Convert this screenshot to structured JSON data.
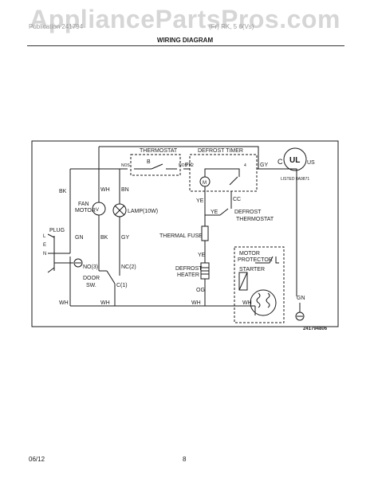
{
  "watermark": "AppliancePartsPros.com",
  "header": {
    "left_faint": "Publication 241794",
    "right_faint": "(Fr) RK, 5 6(Vs)",
    "title": "WIRING DIAGRAM"
  },
  "footer": {
    "date": "06/12",
    "page": "8"
  },
  "diagram": {
    "thermostat": "THERMOSTAT",
    "defrost_timer": "DEFROST TIMER",
    "terminal_b": "B",
    "terminal_nos": "NOS",
    "terminal_nos2": "NOS",
    "terminal_2": "2",
    "terminal_4": "4",
    "wire_pk": "PK",
    "wire_gy_top": "GY",
    "wire_bk_left": "BK",
    "wire_wh_fan": "WH",
    "wire_bn": "BN",
    "fan_motor_1": "FAN",
    "fan_motor_2": "MOTOR",
    "lamp": "LAMP(10W)",
    "plug": "PLUG",
    "plug_l": "L",
    "plug_n": "N",
    "plug_e": "E",
    "wire_gn": "GN",
    "wire_bk_mid": "BK",
    "wire_gy_mid": "GY",
    "door_no": "NO(3)",
    "door_nc": "NC(2)",
    "door_c": "C(1)",
    "door_sw_1": "DOOR",
    "door_sw_2": "SW.",
    "wire_wh_1": "WH",
    "wire_wh_2": "WH",
    "wire_wh_3": "WH",
    "wire_wh_4": "WH",
    "wire_ye_1": "YE",
    "wire_ye_2": "YE",
    "wire_ye_3": "YE",
    "wire_cc": "CC",
    "timer_m": "M",
    "defrost_thermostat_1": "DEFROST",
    "defrost_thermostat_2": "THERMOSTAT",
    "thermal_fuse": "THERMAL FUSE",
    "defrost_heater_1": "DEFROST",
    "defrost_heater_2": "HEATER",
    "wire_og": "OG",
    "motor_protector_1": "MOTOR",
    "motor_protector_2": "PROTECTOR",
    "starter": "STARTER",
    "gn_right": "GN",
    "ul_c": "C",
    "ul_us": "US",
    "ul_mark": "UL",
    "ul_listed": "LISTED  8A9871",
    "part_number": "241794806"
  }
}
